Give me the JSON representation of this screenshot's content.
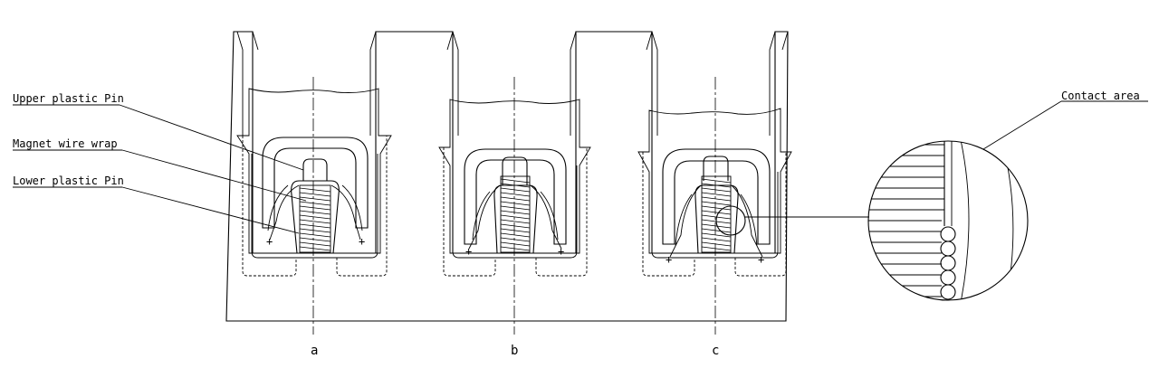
{
  "labels": {
    "upper_pin": "Upper plastic Pin",
    "wire_wrap": "Magnet wire wrap",
    "lower_pin": "Lower plastic Pin",
    "contact_area": "Contact area"
  },
  "variants": [
    {
      "id": "a",
      "label": "a"
    },
    {
      "id": "b",
      "label": "b"
    },
    {
      "id": "c",
      "label": "c"
    }
  ],
  "colors": {
    "line": "#000000",
    "background": "#ffffff"
  }
}
